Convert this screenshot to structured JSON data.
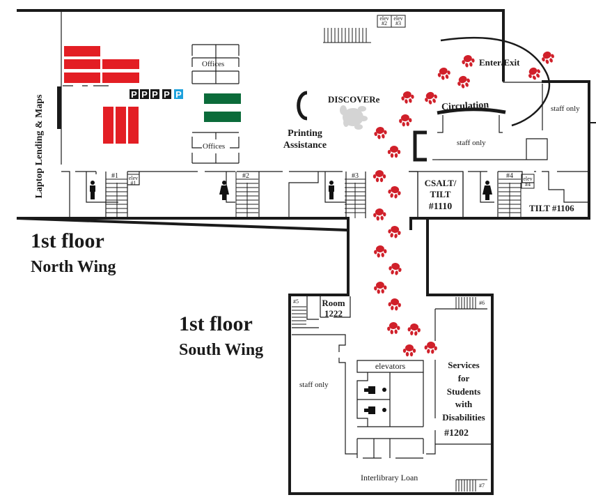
{
  "map": {
    "north_wing": {
      "title_line1": "1st floor",
      "title_line2": "North Wing",
      "areas": {
        "laptop_lending": "Laptop Lending & Maps",
        "offices_top": "Offices",
        "offices_bottom": "Offices",
        "printing_line1": "Printing",
        "printing_line2": "Assistance",
        "discovere": "DISCOVERe",
        "enter_exit": "Enter/Exit",
        "circulation": "Circulation",
        "staff_only_right": "staff only",
        "staff_only_center": "staff only",
        "csalt_line1": "CSALT/",
        "csalt_line2": "TILT",
        "csalt_line3": "#1110",
        "tilt_1106": "TILT #1106"
      },
      "stairs": [
        "#1",
        "#2",
        "#3",
        "#4"
      ],
      "elevators": {
        "elev1_line1": "elev",
        "elev1_line2": "#1",
        "elev2_line1": "elev",
        "elev2_line2": "#2",
        "elev3_line1": "elev",
        "elev3_line2": "#3",
        "elev4_line1": "elev",
        "elev4_line2": "#4"
      },
      "printers": [
        "P",
        "P",
        "P",
        "P"
      ],
      "restrooms": [
        "men",
        "women",
        "men",
        "women"
      ]
    },
    "south_wing": {
      "title_line1": "1st floor",
      "title_line2": "South Wing",
      "areas": {
        "room_line1": "Room",
        "room_line2": "1222",
        "staff_only": "staff only",
        "elevators": "elevators",
        "ssd_line1": "Services",
        "ssd_line2": "for",
        "ssd_line3": "Students",
        "ssd_line4": "with",
        "ssd_line5": "Disabilities",
        "ssd_room": "#1202",
        "interlibrary_loan": "Interlibrary Loan"
      },
      "stairs": [
        "#5",
        "#6",
        "#7"
      ]
    },
    "colors": {
      "shelves": "#e31e24",
      "tables": "#0b6b3a",
      "printer_black": "#1a1a1a",
      "printer_blue": "#1ea1dc",
      "paw": "#d0202a",
      "discovere_paw": "#d4d4d4",
      "walls": "#1a1a1a"
    }
  }
}
